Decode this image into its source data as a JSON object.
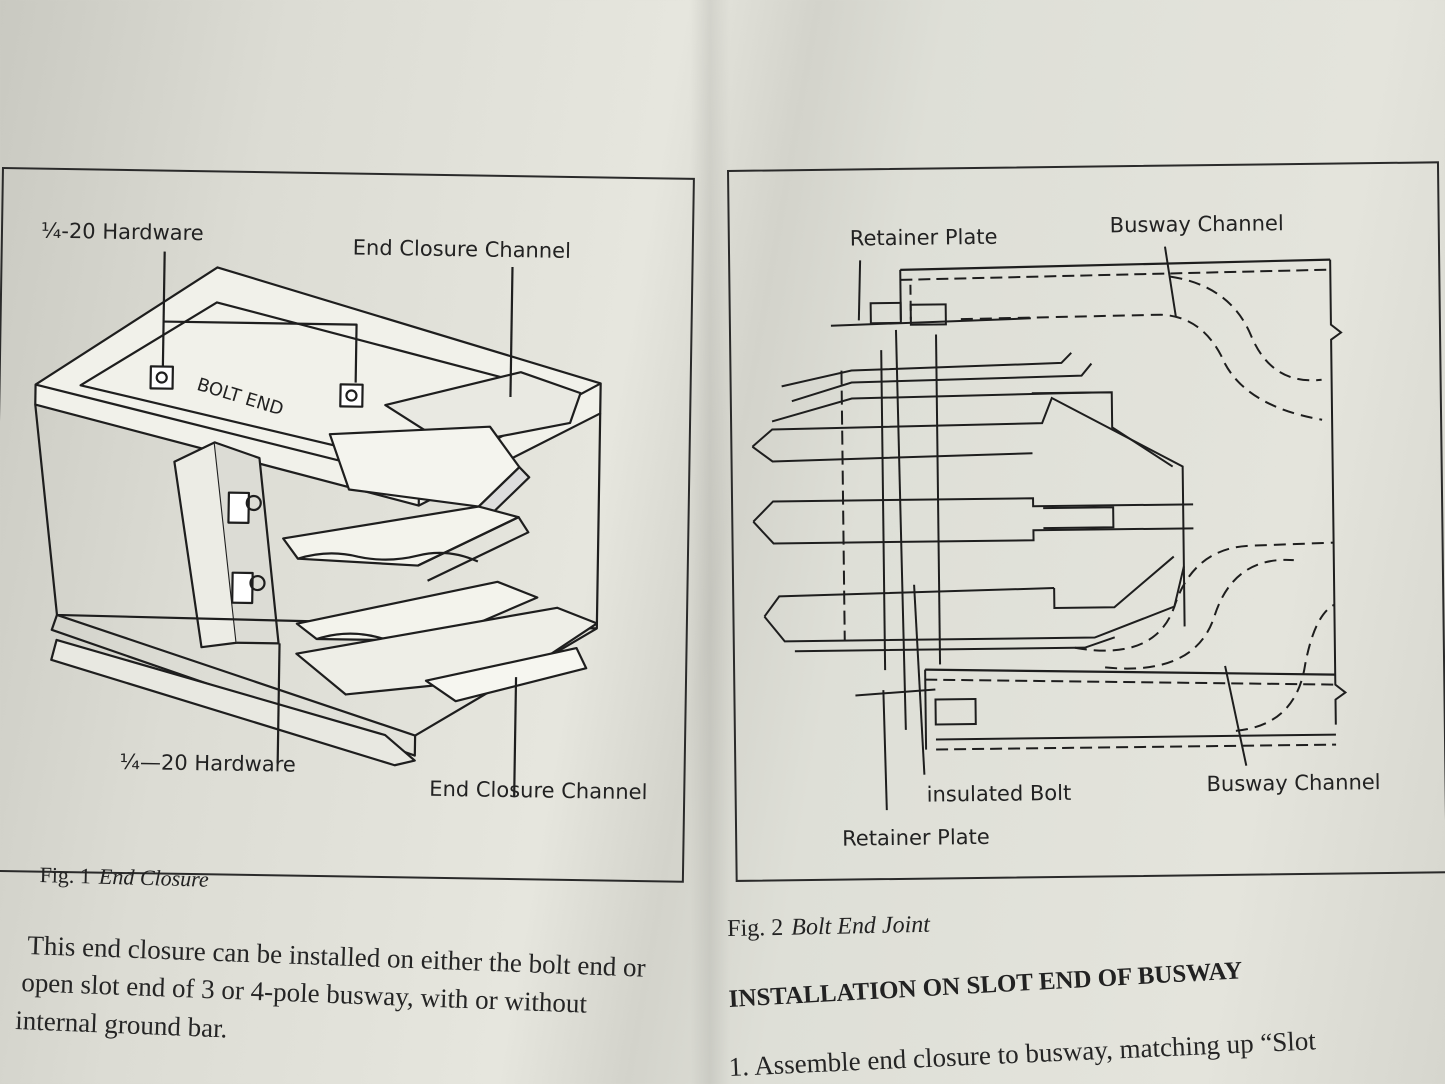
{
  "fig1": {
    "labels": {
      "hardware_top": "¼-20 Hardware",
      "channel_top": "End Closure Channel",
      "bolt_end": "BOLT END",
      "hardware_bottom": "¼—20 Hardware",
      "channel_bottom": "End Closure Channel"
    },
    "caption_num": "Fig. 1",
    "caption_title": "End Closure"
  },
  "fig2": {
    "labels": {
      "retainer_top": "Retainer Plate",
      "busway_top": "Busway Channel",
      "insulated_bolt": "insulated Bolt",
      "busway_bottom": "Busway Channel",
      "retainer_bottom": "Retainer Plate"
    },
    "caption_num": "Fig. 2",
    "caption_title": "Bolt End Joint"
  },
  "body_left": {
    "line1": "This end closure can be installed on either the bolt end or",
    "line2": "open slot end of 3 or 4-pole busway, with or without",
    "line3": "internal ground bar."
  },
  "section_heading": "INSTALLATION ON SLOT END OF BUSWAY",
  "body_right": {
    "line1": "1.  Assemble end closure to busway, matching up “Slot"
  }
}
